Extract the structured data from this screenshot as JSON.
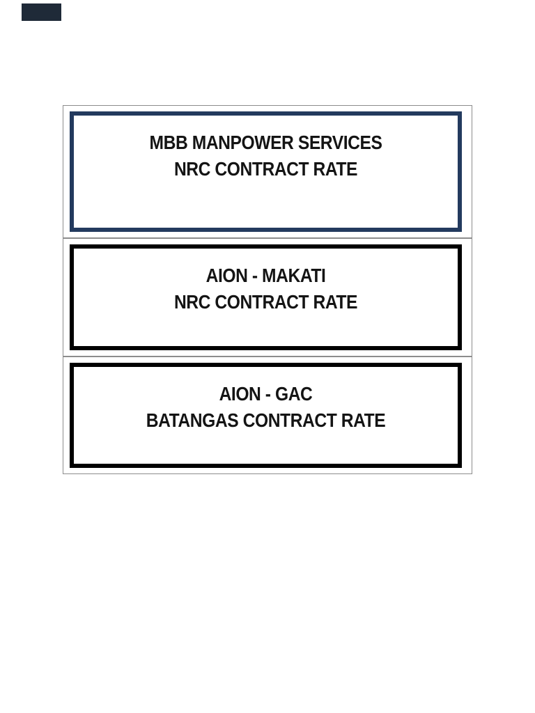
{
  "page": {
    "background": "#ffffff"
  },
  "corner_mark": {
    "color": "#1f2a38"
  },
  "frame": {
    "border_color": "#8c8c8c"
  },
  "cards": [
    {
      "id": "mbb-nrc",
      "line1": "MBB MANPOWER SERVICES",
      "line2": "NRC CONTRACT RATE",
      "border_color": "#233a5e"
    },
    {
      "id": "aion-makati-nrc",
      "line1": "AION - MAKATI",
      "line2": "NRC CONTRACT RATE",
      "border_color": "#000000"
    },
    {
      "id": "aion-gac-batangas",
      "line1": "AION - GAC",
      "line2": "BATANGAS CONTRACT RATE",
      "border_color": "#000000"
    }
  ],
  "colors": {
    "text": "#141414",
    "navy": "#233a5e",
    "black": "#000000",
    "frame_gray": "#8c8c8c"
  }
}
